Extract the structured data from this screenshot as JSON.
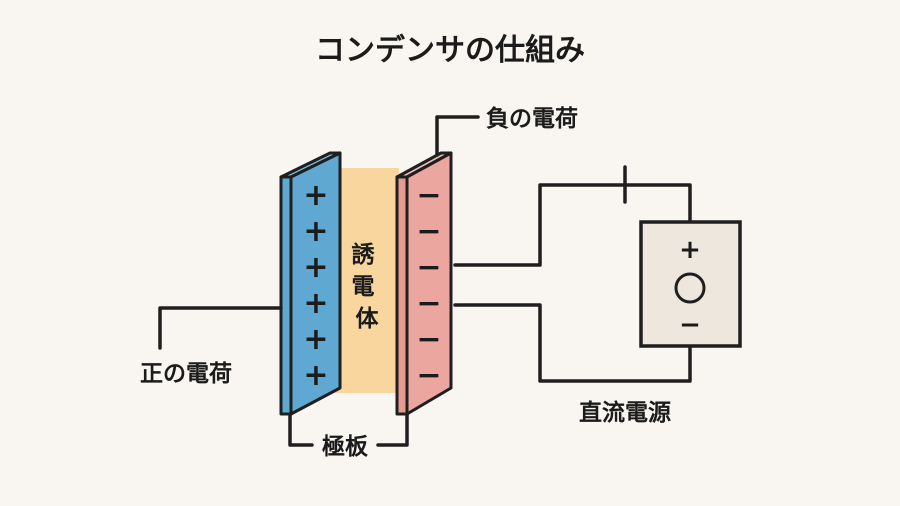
{
  "title": "コンデンサの仕組み",
  "labels": {
    "negative_charge": "負の電荷",
    "positive_charge": "正の電荷",
    "plates": "極板",
    "dc_source": "直流電源",
    "dielectric": "誘電体"
  },
  "plates": {
    "positive": {
      "sign": "+",
      "count": 6,
      "color": "#5ea8d2"
    },
    "negative": {
      "sign": "−",
      "count": 6,
      "color": "#eba79f"
    }
  },
  "dielectric_color": "#f8d69d",
  "battery": {
    "positive_terminal": "+",
    "negative_terminal": "−",
    "fill": "#ede7de"
  }
}
